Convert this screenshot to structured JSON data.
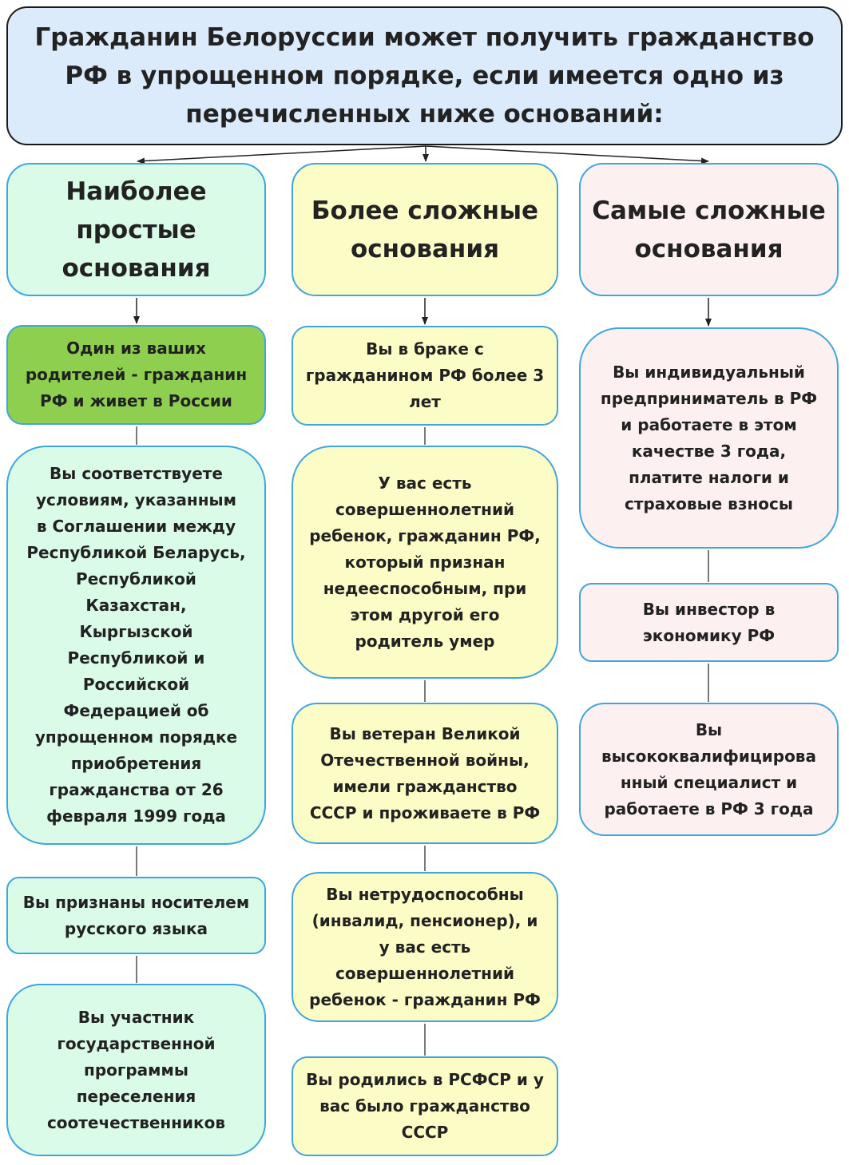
{
  "colors": {
    "title_fill": "#dcebfb",
    "title_border": "#1a1a1a",
    "col1_fill": "#dafbe7",
    "col1_highlight_fill": "#8ecf4f",
    "col2_fill": "#fcfcc6",
    "col3_fill": "#fdf0f1",
    "node_border": "#3fa6dd",
    "connector": "#222222"
  },
  "title": {
    "lines": [
      "Гражданин Белоруссии может получить гражданство",
      "РФ в упрощенном порядке, если имеется одно из",
      "перечисленных ниже оснований:"
    ]
  },
  "columns": [
    {
      "header": [
        "Наиболее",
        "простые",
        "основания"
      ],
      "items": [
        {
          "lines": [
            "Один из ваших",
            "родителей - гражданин",
            "РФ и  живет в России"
          ],
          "highlighted": true
        },
        {
          "lines": [
            "Вы соответствуете",
            "условиям, указанным",
            "в Соглашении между",
            "Республикой Беларусь,",
            "Республикой",
            "Казахстан,",
            "Кыргызской",
            "Республикой и",
            "Российской",
            "Федерацией об",
            "упрощенном порядке",
            "приобретения",
            "гражданства от 26",
            "февраля 1999 года"
          ]
        },
        {
          "lines": [
            "Вы признаны носителем",
            "русского языка"
          ]
        },
        {
          "lines": [
            "Вы участник",
            "государственной",
            "программы",
            "переселения",
            "соотечественников"
          ]
        }
      ]
    },
    {
      "header": [
        "Более сложные",
        "основания"
      ],
      "items": [
        {
          "lines": [
            "Вы в браке с",
            "гражданином РФ более 3",
            "лет"
          ]
        },
        {
          "lines": [
            "У вас есть",
            "совершеннолетний",
            "ребенок, гражданин РФ,",
            "который признан",
            "недееспособным, при",
            "этом другой его",
            "родитель умер"
          ]
        },
        {
          "lines": [
            "Вы ветеран Великой",
            "Отечественной войны,",
            "имели гражданство",
            "СССР и проживаете в РФ"
          ]
        },
        {
          "lines": [
            "Вы нетрудоспособны",
            "(инвалид, пенсионер), и",
            "у вас есть",
            "совершеннолетний",
            "ребенок - гражданин РФ"
          ]
        },
        {
          "lines": [
            "Вы родились в РСФСР и у",
            "вас было гражданство",
            "СССР"
          ]
        }
      ]
    },
    {
      "header": [
        "Самые сложные",
        "основания"
      ],
      "items": [
        {
          "lines": [
            "Вы индивидуальный",
            "предприниматель в РФ",
            "и работаете в этом",
            "качестве 3 года,",
            "платите налоги и",
            "страховые взносы"
          ]
        },
        {
          "lines": [
            "Вы инвестор в",
            "экономику РФ"
          ]
        },
        {
          "lines": [
            "Вы",
            "высококвалифицирова",
            "нный специалист и",
            "работаете в РФ 3 года"
          ]
        }
      ]
    }
  ]
}
